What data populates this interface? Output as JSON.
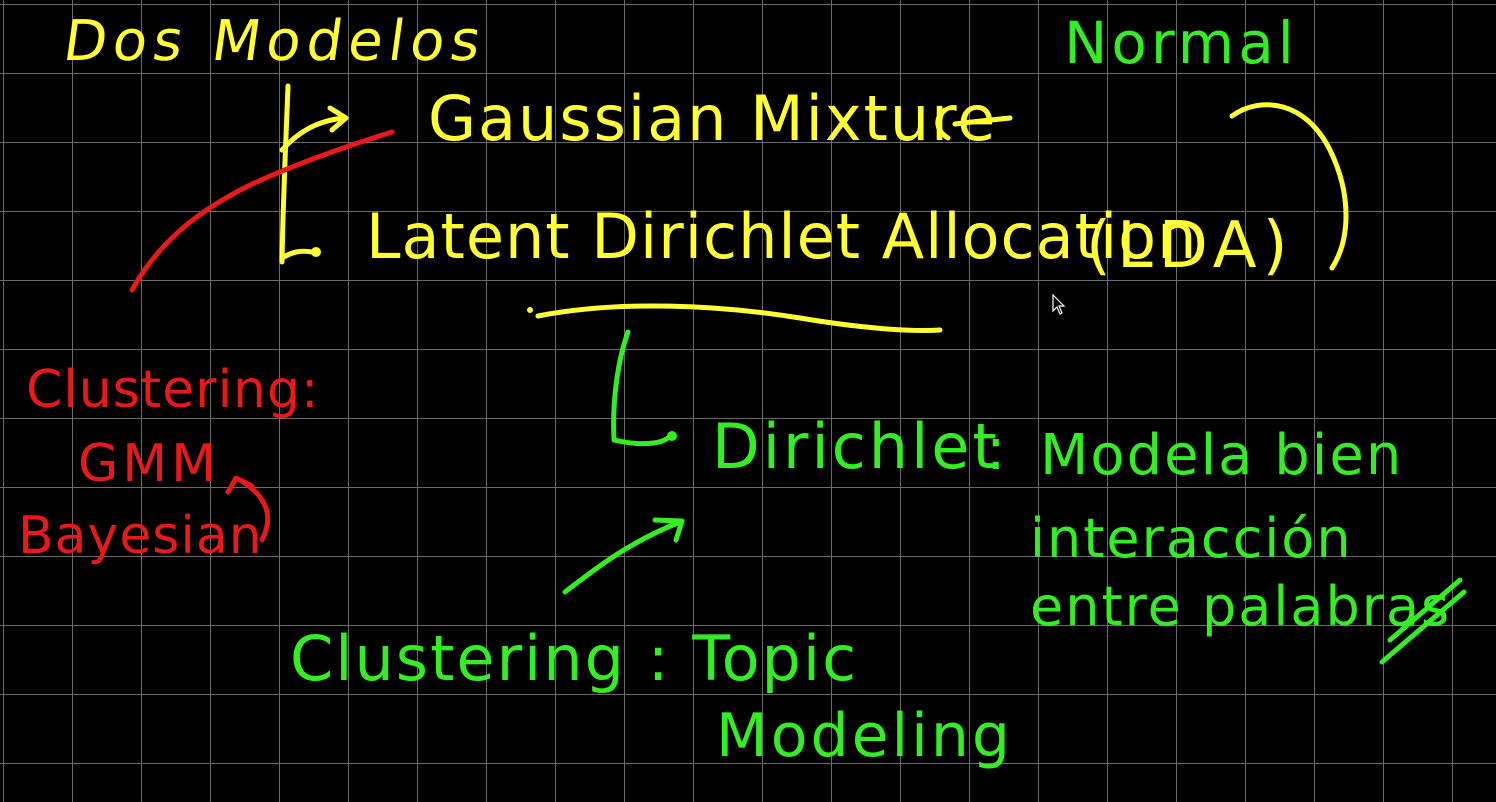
{
  "colors": {
    "background": "#000000",
    "grid": "#6b6b6b",
    "yellow_ink": "#ffff33",
    "green_ink": "#33ee22",
    "red_ink": "#e81919"
  },
  "notes": {
    "heading": "Dos Modelos",
    "normal": "Normal",
    "gmm_full": "Gaussian Mixture",
    "lda_full": "Latent Dirichlet Allocation",
    "lda_abbrev": "(LDA)",
    "dirichlet": "Dirichlet",
    "colon": ":",
    "model_line1": "Modela bien",
    "model_line2": "interacción",
    "model_line3": "entre palabras",
    "clustering_topic": "Clustering : Topic",
    "modeling": "Modeling",
    "red_line1": "Clustering:",
    "red_line2": "GMM",
    "red_line3": "Bayesian"
  }
}
